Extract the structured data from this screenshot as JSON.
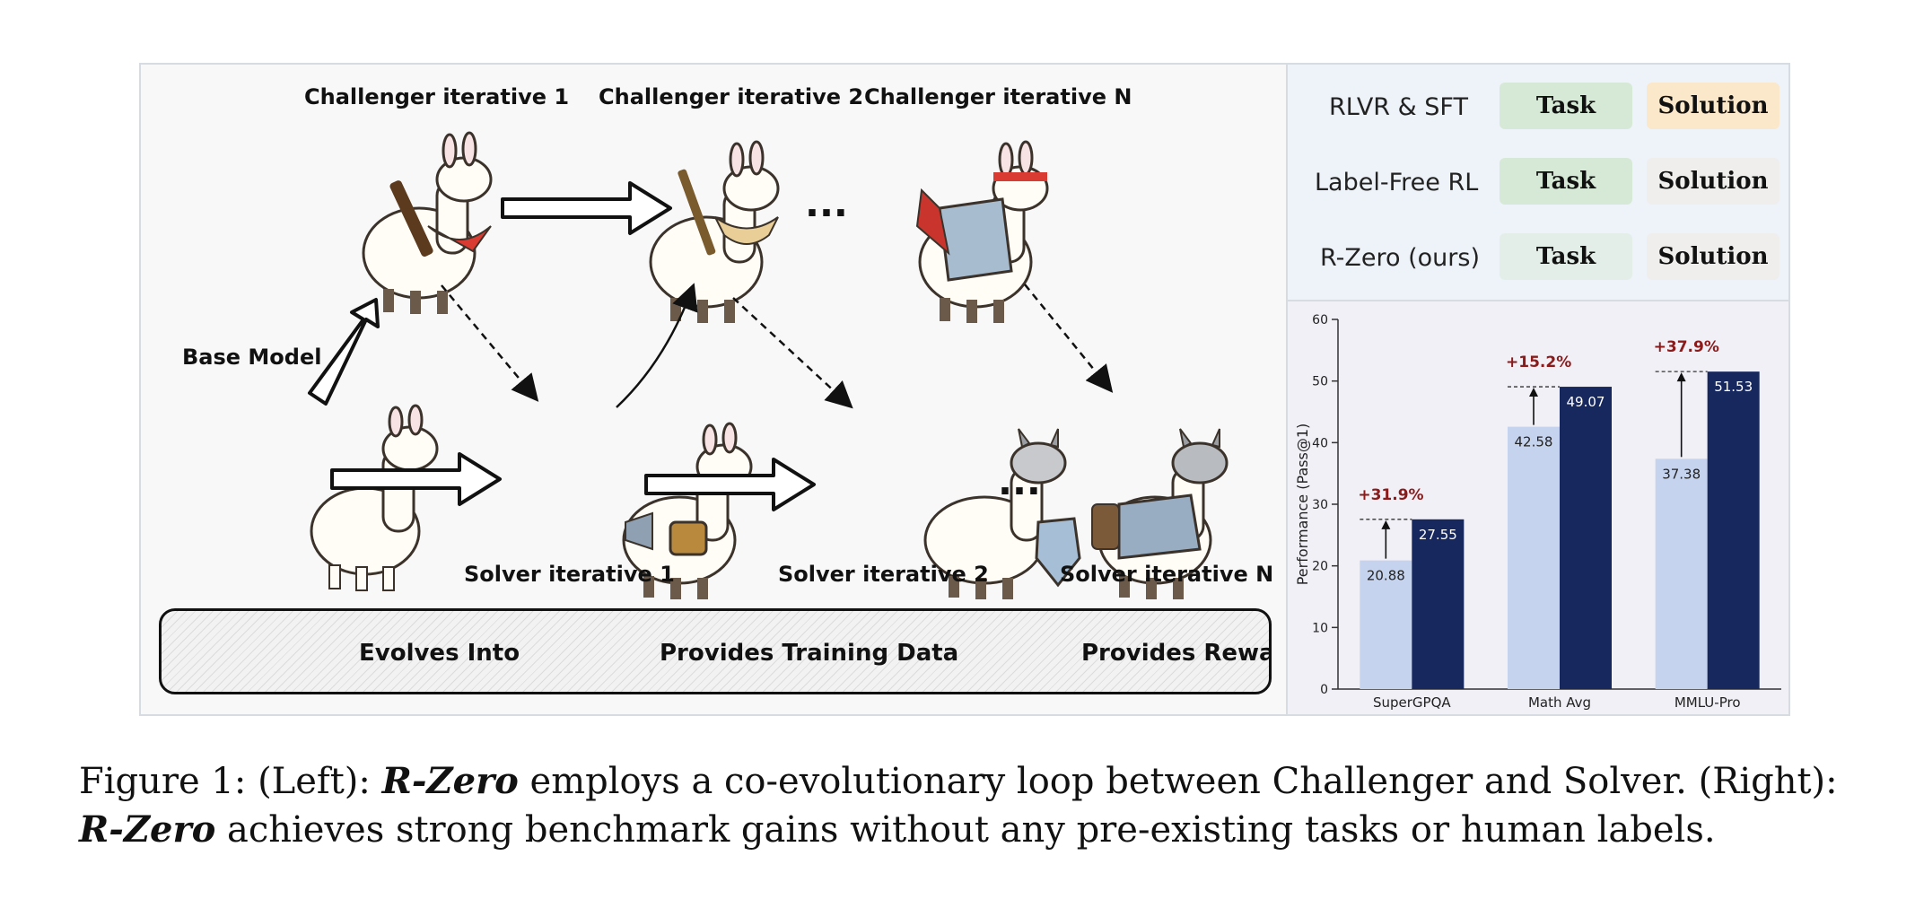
{
  "diagram": {
    "challenger_1": "Challenger iterative 1",
    "challenger_2": "Challenger iterative 2",
    "challenger_n": "Challenger iterative N",
    "base_model": "Base Model",
    "solver_1": "Solver iterative 1",
    "solver_2": "Solver iterative 2",
    "solver_n": "Solver iterative N",
    "ellipsis_top": "...",
    "ellipsis_bottom": "..."
  },
  "legend": {
    "evolves": "Evolves Into",
    "training_data": "Provides Training Data",
    "reward": "Provides Reward"
  },
  "table": {
    "rows": [
      {
        "label": "RLVR & SFT",
        "task": "Task",
        "solution": "Solution"
      },
      {
        "label": "Label-Free RL",
        "task": "Task",
        "solution": "Solution"
      },
      {
        "label": "R-Zero (ours)",
        "task": "Task",
        "solution": "Solution"
      }
    ],
    "colors": {
      "task_strong": "#d6e9d6",
      "task_faint": "#e4eee8",
      "solution_strong": "#fbe7c9",
      "solution_faint": "#efeeed"
    }
  },
  "chart_data": {
    "type": "bar",
    "categories": [
      "SuperGPQA",
      "Math Avg",
      "MMLU-Pro"
    ],
    "series": [
      {
        "values": [
          20.88,
          42.58,
          37.38
        ],
        "color": "#c6d3ee"
      },
      {
        "values": [
          27.55,
          49.07,
          51.53
        ],
        "color": "#17285e"
      }
    ],
    "value_labels": [
      [
        "20.88",
        "42.58",
        "37.38"
      ],
      [
        "27.55",
        "49.07",
        "51.53"
      ]
    ],
    "gains": [
      "+31.9%",
      "+15.2%",
      "+37.9%"
    ],
    "gain_color": "#8b1a1a",
    "ylabel": "Performance (Pass@1)",
    "ylim": [
      0,
      60
    ],
    "yticks": [
      "0",
      "10",
      "20",
      "30",
      "40",
      "50",
      "60"
    ],
    "grid": false
  },
  "caption": {
    "fig_label": "Figure 1: (Left): ",
    "name_1": "R-Zero",
    "text_1": " employs a co-evolutionary loop between Challenger and Solver. (Right): ",
    "name_2": "R-Zero",
    "text_2": " achieves strong benchmark gains without any pre-existing tasks or human labels."
  }
}
